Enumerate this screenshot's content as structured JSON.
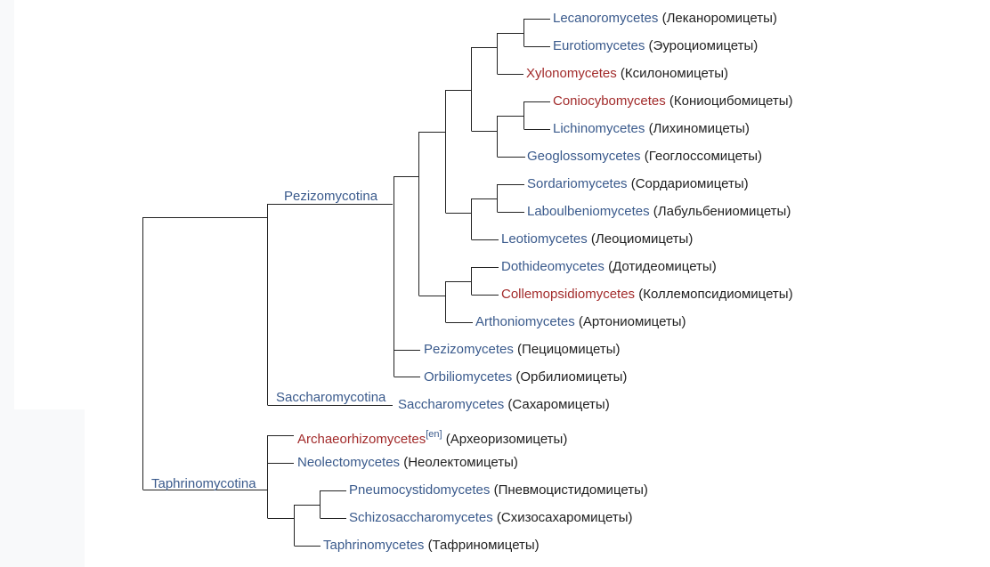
{
  "clades": {
    "pezizomycotina": "Pezizomycotina",
    "saccharomycotina": "Saccharomycotina",
    "taphrinomycotina": "Taphrinomycotina"
  },
  "taxa": {
    "lecanoromycetes": {
      "name": "Lecanoromycetes",
      "ru": "(Леканоромицеты)"
    },
    "eurotiomycetes": {
      "name": "Eurotiomycetes",
      "ru": "(Эуроциомицеты)"
    },
    "xylonomycetes": {
      "name": "Xylonomycetes",
      "ru": "(Ксилономицеты)"
    },
    "coniocybomycetes": {
      "name": "Coniocybomycetes",
      "ru": "(Кониоцибомицеты)"
    },
    "lichinomycetes": {
      "name": "Lichinomycetes",
      "ru": "(Лихиномицеты)"
    },
    "geoglossomycetes": {
      "name": "Geoglossomycetes",
      "ru": "(Геоглоссомицеты)"
    },
    "sordariomycetes": {
      "name": "Sordariomycetes",
      "ru": "(Сордариомицеты)"
    },
    "laboulbeniomycetes": {
      "name": "Laboulbeniomycetes",
      "ru": "(Лабульбениомицеты)"
    },
    "leotiomycetes": {
      "name": "Leotiomycetes",
      "ru": "(Леоциомицеты)"
    },
    "dothideomycetes": {
      "name": "Dothideomycetes",
      "ru": "(Дотидеомицеты)"
    },
    "collemopsidiomycetes": {
      "name": "Collemopsidiomycetes",
      "ru": "(Коллемопсидиомицеты)"
    },
    "arthoniomycetes": {
      "name": "Arthoniomycetes",
      "ru": "(Артониомицеты)"
    },
    "pezizomycetes": {
      "name": "Pezizomycetes",
      "ru": "(Пециц​омицеты)"
    },
    "orbiliomycetes": {
      "name": "Orbiliomycetes",
      "ru": "(Орбилиомицеты)"
    },
    "saccharomycetes": {
      "name": "Saccharomycetes",
      "ru": "(Сахаромицеты)"
    },
    "archaeorhizomycetes": {
      "name": "Archaeorhizomycetes",
      "sup": "[en]",
      "ru": "(Археоризомицеты)"
    },
    "neolectomycetes": {
      "name": "Neolectomycetes",
      "ru": "(Неолектомицеты)"
    },
    "pneumocystidomycetes": {
      "name": "Pneumocystidomycetes",
      "ru": "(Пневмоцистидомицеты)"
    },
    "schizosaccharomycetes": {
      "name": "Schizosaccharomycetes",
      "ru": "(Схизосахаромицеты)"
    },
    "taphrinomycetes": {
      "name": "Taphrinomycetes",
      "ru": "(Тафриномицеты)"
    }
  },
  "colors": {
    "link": "#3a5a8c",
    "redlink": "#a22b2b",
    "line": "#222222"
  }
}
